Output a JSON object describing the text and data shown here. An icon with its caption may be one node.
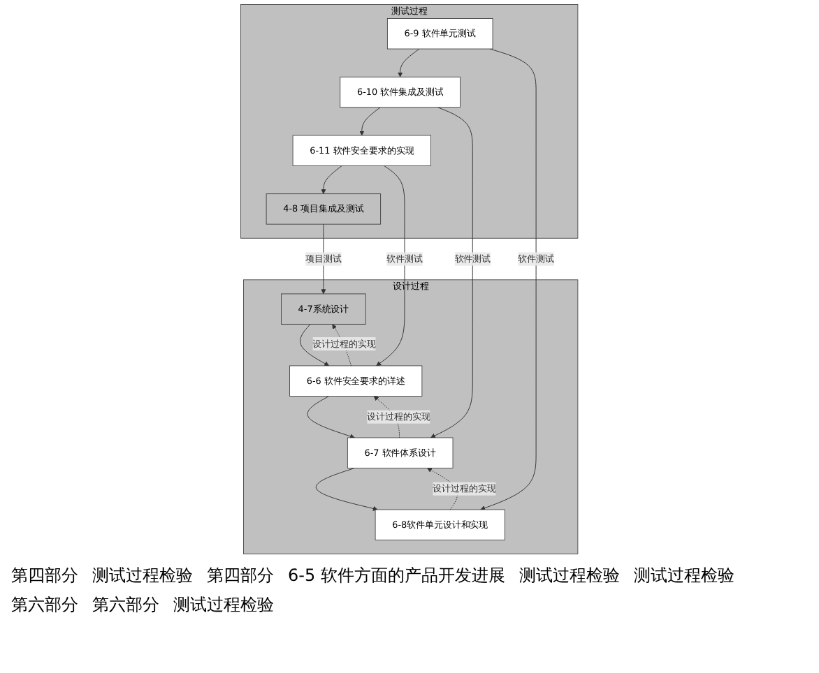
{
  "diagram": {
    "nodes": [
      {
        "text": [
          "设计过程"
        ]
      },
      {
        "text": [
          "4-7系统设计"
        ],
        "in": 0
      },
      {
        "text": [
          "6-6 软件安全要求的详述"
        ],
        "in": 0
      },
      {
        "text": [
          "6-7 软件体系设计"
        ],
        "in": 0
      },
      {
        "text": [
          "6-8软件单元设计和实现"
        ],
        "in": 0
      },
      {
        "text": [
          "测试过程"
        ]
      },
      {
        "text": [
          "4-8 项目集成及测试"
        ],
        "in": 5
      },
      {
        "text": [
          "6-11 软件安全要求的实现"
        ],
        "in": 5
      },
      {
        "text": [
          "6-10 软件集成及测试"
        ],
        "in": 5
      },
      {
        "text": [
          "6-9 软件单元测试"
        ],
        "in": 5
      }
    ],
    "edges": [
      {
        "from": 1,
        "to": 2,
        "arrow": "to"
      },
      {
        "from": 2,
        "to": 1,
        "arrow": "to",
        "style": "dashed",
        "label": "设计过程的实现"
      },
      {
        "from": 2,
        "to": 3,
        "arrow": "to"
      },
      {
        "from": 3,
        "to": 2,
        "arrow": "to",
        "style": "dashed",
        "label": "设计过程的实现"
      },
      {
        "from": 3,
        "to": 4,
        "arrow": "to"
      },
      {
        "from": 4,
        "to": 3,
        "arrow": "to",
        "style": "dashed",
        "label": "设计过程的实现"
      },
      {
        "from": 9,
        "to": 8,
        "arrow": "to"
      },
      {
        "from": 8,
        "to": 7,
        "arrow": "to"
      },
      {
        "from": 7,
        "to": 6,
        "arrow": "to"
      },
      {
        "from": 6,
        "to": 1,
        "arrow": "to",
        "label": "项目测试"
      },
      {
        "from": 7,
        "to": 2,
        "arrow": "to",
        "label": "软件测试"
      },
      {
        "from": 8,
        "to": 3,
        "arrow": "to",
        "label": "软件测试"
      },
      {
        "from": 9,
        "to": 4,
        "arrow": "to",
        "label": "软件测试"
      }
    ],
    "labels": [
      "第四部分",
      "测试过程检验",
      "第四部分",
      "6-5 软件方面的产品开发进展",
      "测试过程检验",
      "测试过程检验",
      "第六部分",
      "第六部分",
      "测试过程检验"
    ]
  }
}
